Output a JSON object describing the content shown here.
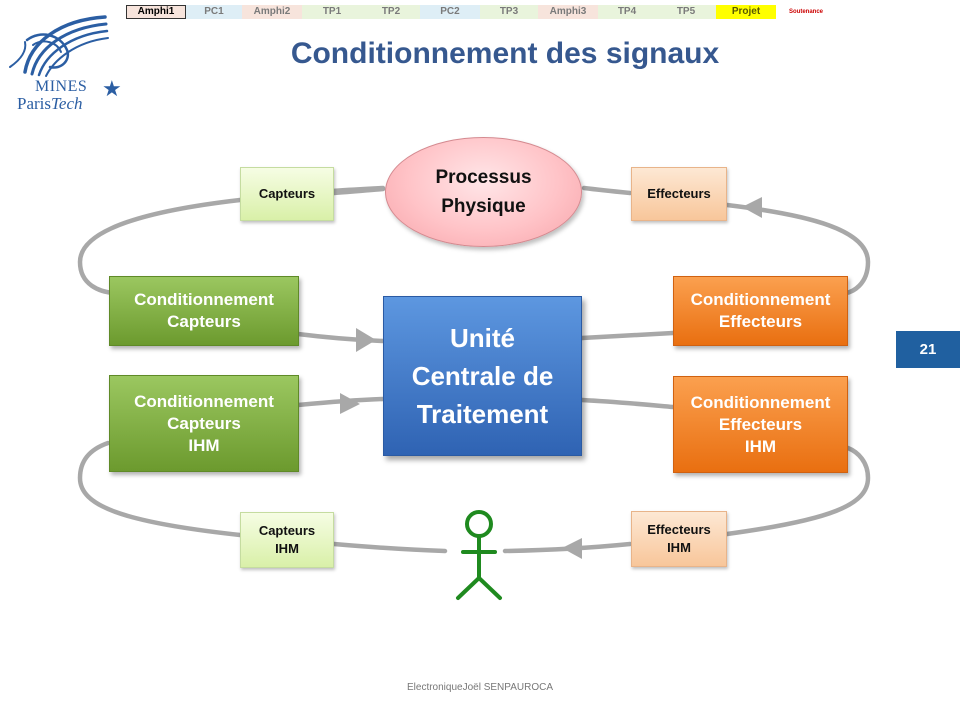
{
  "nav": {
    "items": [
      {
        "label": "Amphi1",
        "bg": "#f7e4dc",
        "current": true
      },
      {
        "label": "PC1",
        "bg": "#deeef6",
        "current": false
      },
      {
        "label": "Amphi2",
        "bg": "#f7e4dc",
        "current": false
      },
      {
        "label": "TP1",
        "bg": "#e9f4dc",
        "current": false
      },
      {
        "label": "TP2",
        "bg": "#e9f4dc",
        "current": false
      },
      {
        "label": "PC2",
        "bg": "#deeef6",
        "current": false
      },
      {
        "label": "TP3",
        "bg": "#e9f4dc",
        "current": false
      },
      {
        "label": "Amphi3",
        "bg": "#f7e4dc",
        "current": false
      },
      {
        "label": "TP4",
        "bg": "#e9f4dc",
        "current": false
      },
      {
        "label": "TP5",
        "bg": "#e9f4dc",
        "current": false
      },
      {
        "label": "Projet",
        "bg": "#ffff00",
        "current": false
      },
      {
        "label": "Soutenance",
        "bg": "#ffffff",
        "current": false
      }
    ]
  },
  "logo": {
    "line1": "MINES",
    "line2_a": "Paris",
    "line2_b": "Tech",
    "star": "★"
  },
  "slide": {
    "title": "Conditionnement des signaux",
    "page_number": "21",
    "footer": "ElectroniqueJoël SENPAUROCA"
  },
  "diagram": {
    "process": "Processus\nPhysique",
    "central": "Unité\nCentrale de\nTraitement",
    "sensors": "Capteurs",
    "actuators": "Effecteurs",
    "sensor_conditioning": "Conditionnement\nCapteurs",
    "actuator_conditioning": "Conditionnement\nEffecteurs",
    "hmi_sensor_conditioning": "Conditionnement\nCapteurs\nIHM",
    "hmi_actuator_conditioning": "Conditionnement\nEffecteurs\nIHM",
    "hmi_sensors": "Capteurs\nIHM",
    "hmi_actuators": "Effecteurs\nIHM"
  },
  "colors": {
    "title": "#36588f",
    "loop_line": "#a8a8a8",
    "person": "#1f8a1f",
    "page_badge": "#2060a0",
    "logo": "#2b5ea3"
  }
}
